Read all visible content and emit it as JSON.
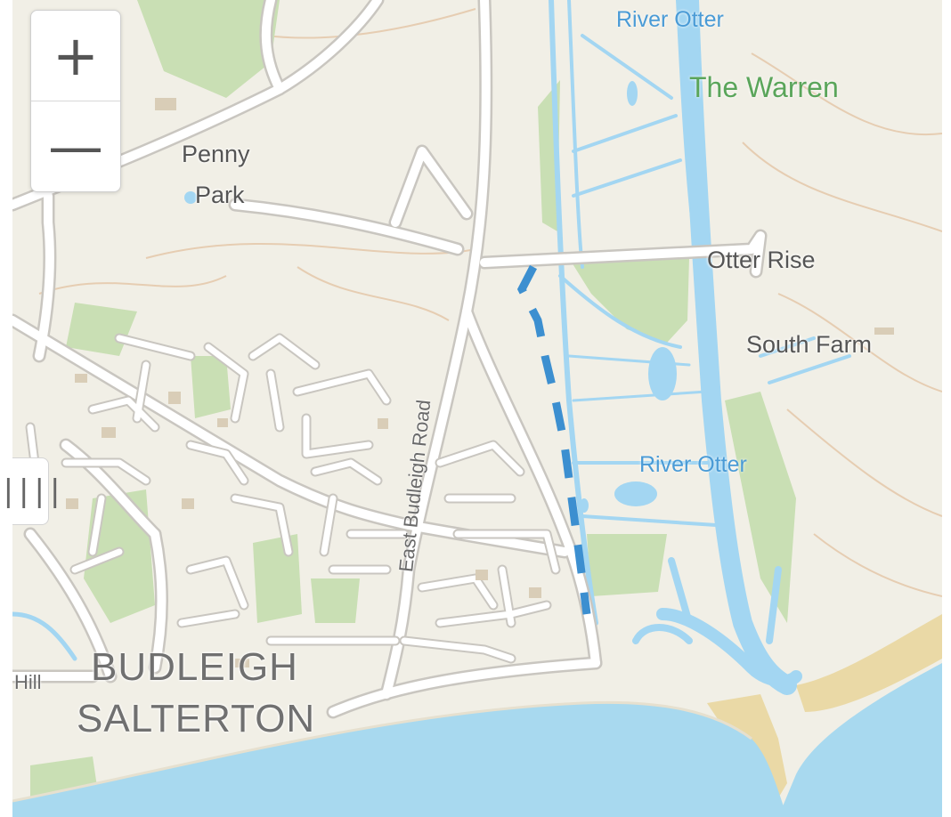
{
  "map": {
    "labels": {
      "river_otter_north": "River Otter",
      "the_warren": "The Warren",
      "penny": "Penny",
      "park": "Park",
      "otter_rise": "Otter Rise",
      "south_farm": "South Farm",
      "river_otter_south": "River Otter",
      "east_budleigh_road": "East Budleigh Road",
      "budleigh": "BUDLEIGH",
      "salterton": "SALTERTON",
      "hill_fragment": "Hill"
    },
    "colors": {
      "land": "#f1efe6",
      "sea": "#a8d9ef",
      "river": "#a3d6f2",
      "road": "#ffffff",
      "route": "#3c8fd0",
      "green": "#c9dfb4"
    }
  },
  "controls": {
    "zoom_in": "+",
    "zoom_out": "—",
    "side_handle_icon": "||||"
  }
}
